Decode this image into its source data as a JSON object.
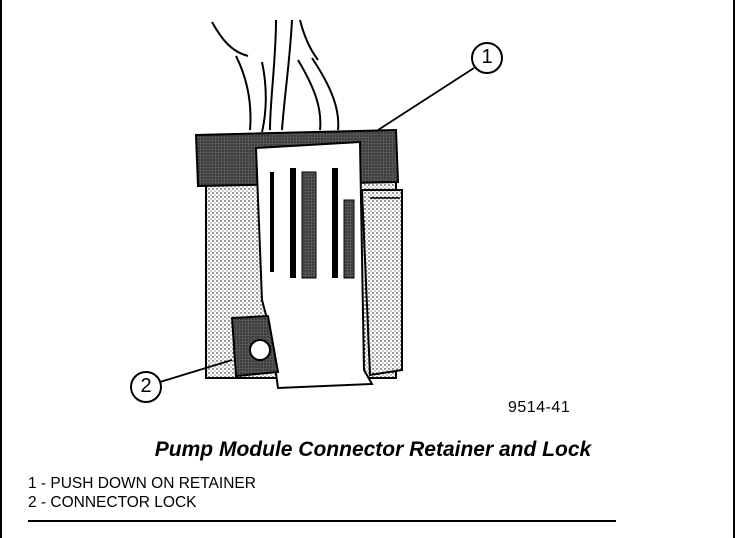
{
  "figure": {
    "code": "9514-41",
    "caption": "Pump Module Connector Retainer and Lock",
    "callouts": [
      {
        "number": "1",
        "text": "1 - PUSH DOWN ON RETAINER"
      },
      {
        "number": "2",
        "text": "2 - CONNECTOR LOCK"
      }
    ]
  }
}
